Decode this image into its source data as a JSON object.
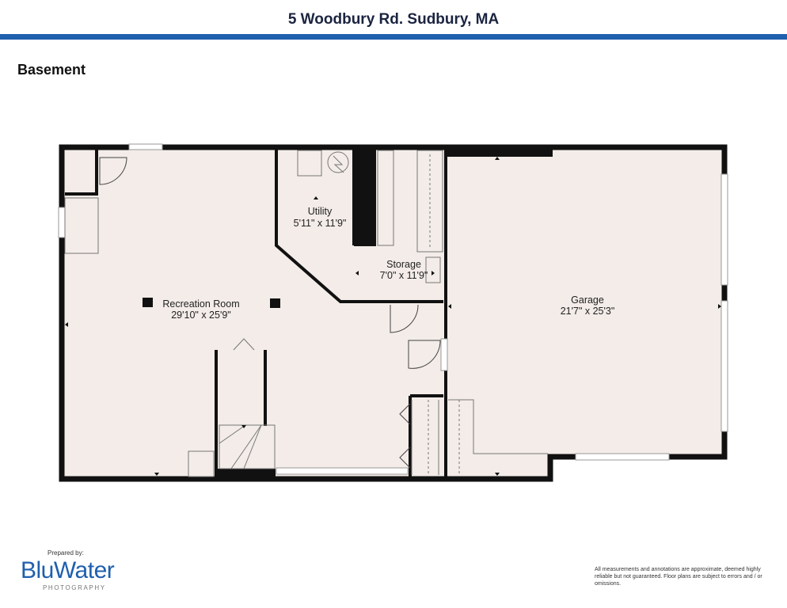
{
  "header": {
    "title": "5 Woodbury Rd. Sudbury, MA",
    "bar_color": "#1f5fae"
  },
  "floor": {
    "label": "Basement"
  },
  "rooms": [
    {
      "name": "Recreation Room",
      "dims": "29'10\" x 25'9\""
    },
    {
      "name": "Utility",
      "dims": "5'11\" x 11'9\""
    },
    {
      "name": "Storage",
      "dims": "7'0\" x 11'9\""
    },
    {
      "name": "Garage",
      "dims": "21'7\" x 25'3\""
    }
  ],
  "colors": {
    "wall": "#111111",
    "floor_fill": "#f3ece8",
    "window": "#cfcfcf"
  },
  "footer": {
    "prepared_by": "Prepared by:",
    "logo_word": "BluWater",
    "logo_sub": "PHOTOGRAPHY",
    "disclaimer": "All measurements and annotations are approximate, deemed highly reliable but not guaranteed. Floor plans are subject to errors and / or omissions."
  }
}
